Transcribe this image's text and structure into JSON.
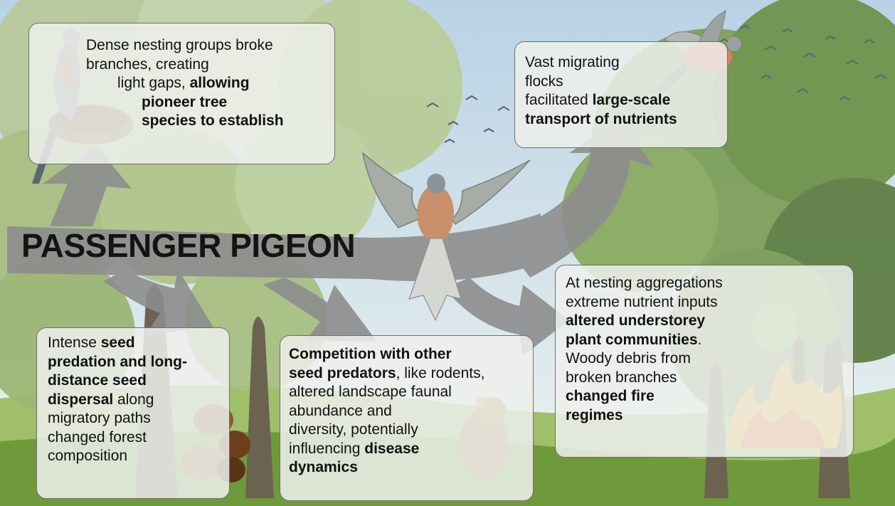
{
  "title": "PASSENGER PIGEON",
  "colors": {
    "sky_top": "#b9d2e6",
    "sky_bottom": "#eef3ee",
    "foliage_light": "#a8bd7a",
    "foliage_dark": "#5f7f45",
    "grass": "#6f9a3c",
    "arrow": "#8d8d8d",
    "box_fill": "#eef0ec",
    "box_border": "#6f6f6f",
    "text": "#111111"
  },
  "boxes": {
    "nesting": {
      "icon": "pigeon-on-nest-icon",
      "lines": [
        [
          {
            "t": "Dense nesting groups broke"
          }
        ],
        [
          {
            "t": "branches, creating"
          }
        ],
        [
          {
            "t": "light gaps, "
          },
          {
            "t": "allowing",
            "b": true
          }
        ],
        [
          {
            "t": "pioneer tree",
            "b": true
          }
        ],
        [
          {
            "t": "species to establish",
            "b": true
          }
        ]
      ]
    },
    "migration": {
      "icon": "flying-pigeon-icon",
      "lines": [
        [
          {
            "t": "Vast migrating"
          }
        ],
        [
          {
            "t": "flocks"
          }
        ],
        [
          {
            "t": "facilitated "
          },
          {
            "t": "large-scale",
            "b": true
          }
        ],
        [
          {
            "t": "transport of nutrients",
            "b": true
          }
        ]
      ]
    },
    "seed": {
      "icon": "chestnut-icon",
      "lines": [
        [
          {
            "t": "Intense "
          },
          {
            "t": "seed",
            "b": true
          }
        ],
        [
          {
            "t": "predation and long-",
            "b": true
          }
        ],
        [
          {
            "t": "distance seed",
            "b": true
          }
        ],
        [
          {
            "t": "dispersal",
            "b": true
          },
          {
            "t": " along"
          }
        ],
        [
          {
            "t": "migratory paths"
          }
        ],
        [
          {
            "t": "changed forest"
          }
        ],
        [
          {
            "t": "composition"
          }
        ]
      ]
    },
    "competition": {
      "icon": "mouse-icon",
      "lines": [
        [
          {
            "t": "Competition with other",
            "b": true
          }
        ],
        [
          {
            "t": "seed predators",
            "b": true
          },
          {
            "t": ", like rodents,"
          }
        ],
        [
          {
            "t": "altered landscape faunal"
          }
        ],
        [
          {
            "t": "abundance and"
          }
        ],
        [
          {
            "t": "diversity, potentially"
          }
        ],
        [
          {
            "t": "influencing "
          },
          {
            "t": "disease",
            "b": true
          }
        ],
        [
          {
            "t": "dynamics",
            "b": true
          }
        ]
      ]
    },
    "nutrients": {
      "icon": "burning-tree-icon",
      "lines": [
        [
          {
            "t": "At nesting aggregations"
          }
        ],
        [
          {
            "t": "extreme nutrient inputs"
          }
        ],
        [
          {
            "t": "altered understorey",
            "b": true
          }
        ],
        [
          {
            "t": "plant communities",
            "b": true
          },
          {
            "t": "."
          }
        ],
        [
          {
            "t": "Woody debris from"
          }
        ],
        [
          {
            "t": "broken branches"
          }
        ],
        [
          {
            "t": "changed fire",
            "b": true
          }
        ],
        [
          {
            "t": "regimes",
            "b": true
          }
        ]
      ]
    }
  }
}
